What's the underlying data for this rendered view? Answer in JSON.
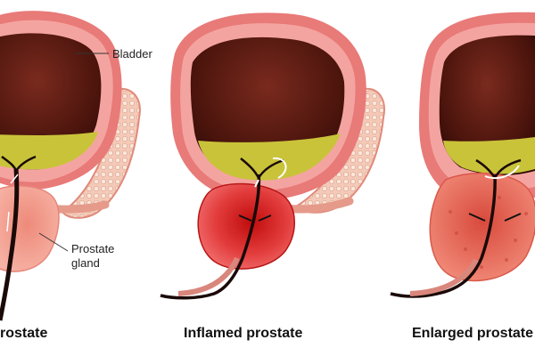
{
  "labels": {
    "bladder": "Bladder",
    "prostate_gland_line1": "Prostate",
    "prostate_gland_line2": "gland"
  },
  "captions": {
    "normal": "rostate",
    "inflamed": "Inflamed prostate",
    "enlarged": "Enlarged prostate"
  },
  "colors": {
    "bladder_wall": "#f08e8e",
    "bladder_outer": "#e87878",
    "bladder_inner": "#5a1a12",
    "urine": "#c9c33a",
    "prostate_normal": "#f2a090",
    "prostate_inflamed": "#d62a2a",
    "prostate_enlarged": "#e9685a",
    "vesicle": "#f5d6c8",
    "urethra": "#1a0a08"
  }
}
